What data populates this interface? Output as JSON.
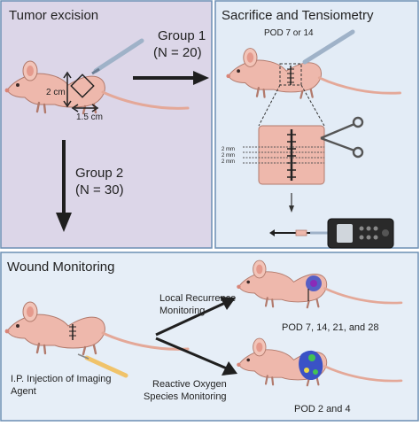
{
  "panels": {
    "excision": {
      "title": "Tumor excision"
    },
    "tensiometry": {
      "title": "Sacrifice and Tensiometry"
    },
    "monitoring": {
      "title": "Wound Monitoring"
    }
  },
  "excision": {
    "group1_label": "Group 1",
    "group1_n": "(N = 20)",
    "group2_label": "Group 2",
    "group2_n": "(N = 30)",
    "dim_height": "2 cm",
    "dim_width": "1.5 cm"
  },
  "tensiometry": {
    "pod_label": "POD 7 or 14",
    "strip_widths": [
      "2 mm",
      "2 mm",
      "2 mm"
    ]
  },
  "monitoring": {
    "local_recurrence_line1": "Local Recurrence",
    "local_recurrence_line2": "Monitoring",
    "ros_line1": "Reactive Oxygen",
    "ros_line2": "Species Monitoring",
    "injection_line1": "I.P. Injection of Imaging",
    "injection_line2": "Agent",
    "pod_local": "POD 7, 14, 21, and 28",
    "pod_ros": "POD 2 and 4"
  },
  "colors": {
    "excision_bg": "#dcd6e8",
    "tensiometry_bg": "#e3ecf6",
    "monitoring_bg": "#e6eef7",
    "panel_border": "#6c8fb4",
    "mouse_skin": "#eeb8ac",
    "mouse_outline": "#b27a6c",
    "arrow": "#1f1f1f"
  }
}
